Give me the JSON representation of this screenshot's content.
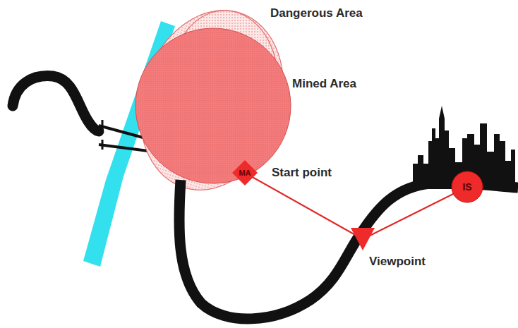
{
  "diagram": {
    "nodes": [
      {
        "text": [
          "MA",
          "Start point"
        ]
      },
      {
        "text": [
          "Viewpoint"
        ]
      },
      {
        "text": [
          "IS"
        ]
      }
    ],
    "edges": [
      {
        "from": 0,
        "to": 1,
        "arrow": "none"
      },
      {
        "from": 1,
        "to": 2,
        "arrow": "none"
      }
    ],
    "labels": [
      "Dangerous Area",
      "Mined Area"
    ]
  }
}
